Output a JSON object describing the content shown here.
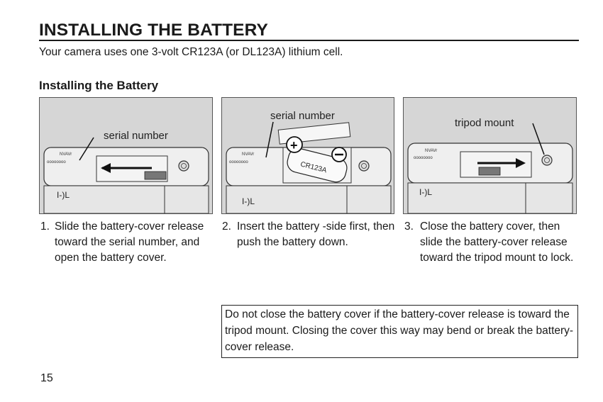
{
  "header": {
    "title": "INSTALLING THE BATTERY",
    "intro": "Your camera uses one 3-volt CR123A (or DL123A) lithium cell."
  },
  "section": {
    "heading": "Installing the Battery"
  },
  "figures": {
    "panel1": {
      "callout": "serial number",
      "model_text": "I-)L"
    },
    "panel2": {
      "callout": "serial number",
      "battery_label": "CR123A",
      "plus_sign": "+",
      "model_text": "I-)L"
    },
    "panel3": {
      "callout": "tripod mount",
      "model_text": "I-)L"
    }
  },
  "steps": [
    {
      "number": "1.",
      "text": "Slide the battery-cover release toward the serial number, and open the battery cover."
    },
    {
      "number": "2.",
      "text": "Insert the battery -side first, then push the battery down."
    },
    {
      "number": "3.",
      "text": "Close the battery cover, then slide the battery-cover release toward the tripod mount to lock."
    }
  ],
  "note": {
    "text": "Do not close the battery cover if the battery-cover release is toward the tripod mount. Closing the cover this way may bend or break the battery-cover release."
  },
  "footer": {
    "page_number": "15"
  }
}
